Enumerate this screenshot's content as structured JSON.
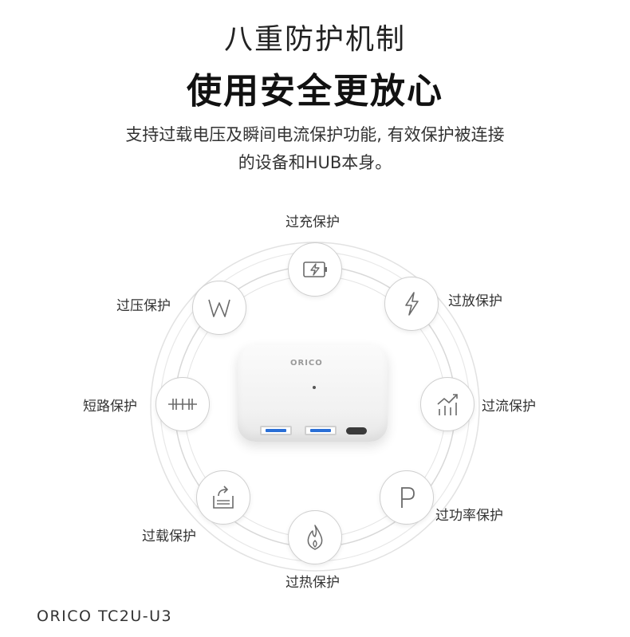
{
  "header": {
    "title_line1": "八重防护机制",
    "title_line2": "使用安全更放心"
  },
  "description": {
    "line1": "支持过载电压及瞬间电流保护功能, 有效保护被连接",
    "line2": "的设备和HUB本身。"
  },
  "features": [
    {
      "label": "过充保护",
      "icon": "battery-charge-icon"
    },
    {
      "label": "过放保护",
      "icon": "lightning-icon"
    },
    {
      "label": "过流保护",
      "icon": "rising-chart-icon"
    },
    {
      "label": "过功率保护",
      "icon": "letter-p-icon"
    },
    {
      "label": "过热保护",
      "icon": "flame-icon"
    },
    {
      "label": "过载保护",
      "icon": "overflow-icon"
    },
    {
      "label": "短路保护",
      "icon": "short-circuit-icon"
    },
    {
      "label": "过压保护",
      "icon": "letter-w-icon"
    }
  ],
  "hub": {
    "brand": "ORICO"
  },
  "footer": {
    "model": "ORICO  TC2U-U3"
  },
  "colors": {
    "ring": "#dcdcdc",
    "icon_stroke": "#6a6a6a",
    "port_accent": "#2a6fd6"
  }
}
